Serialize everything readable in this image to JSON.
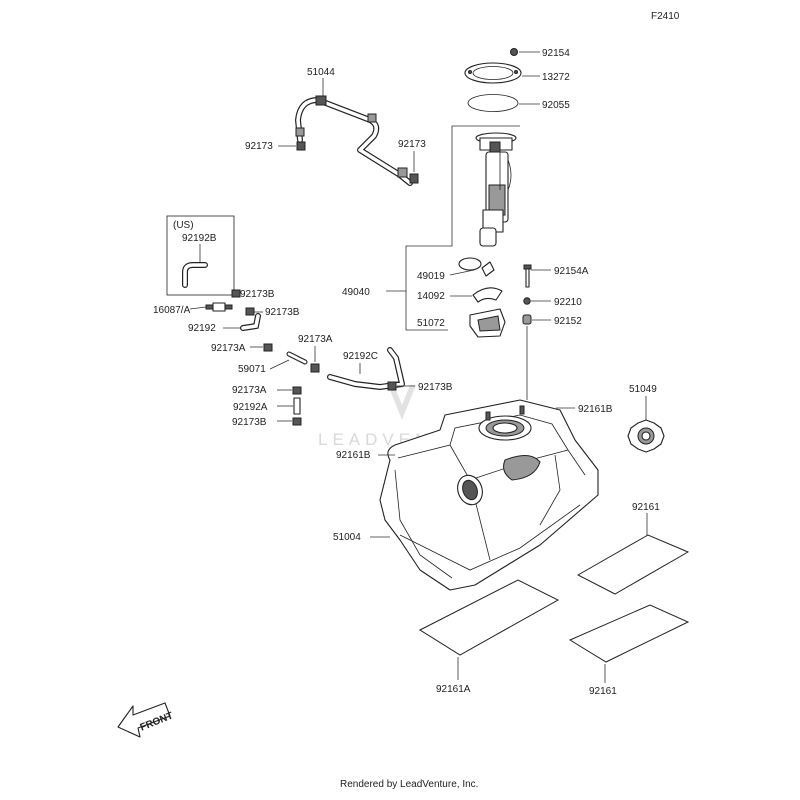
{
  "diagram_code": "F2410",
  "footer": "Rendered by LeadVenture, Inc.",
  "watermark": "LEADVENTURE",
  "front_arrow": "FRONT",
  "us_box_label": "(US)",
  "labels": {
    "p92154": "92154",
    "p13272": "13272",
    "p92055": "92055",
    "p51044": "51044",
    "p92173_left": "92173",
    "p92173_right": "92173",
    "p92192B": "92192B",
    "p92173B_1": "92173B",
    "p16087A": "16087/A",
    "p92173B_2": "92173B",
    "p92192": "92192",
    "p92173A_1": "92173A",
    "p92173A_2": "92173A",
    "p59071": "59071",
    "p92192C": "92192C",
    "p92173B_3": "92173B",
    "p92173A_3": "92173A",
    "p92192A": "92192A",
    "p92173B_4": "92173B",
    "p49040": "49040",
    "p49019": "49019",
    "p14092": "14092",
    "p51072": "51072",
    "p92154A": "92154A",
    "p92210": "92210",
    "p92152": "92152",
    "p92161B_1": "92161B",
    "p92161B_2": "92161B",
    "p51049": "51049",
    "p51004": "51004",
    "p92161_top": "92161",
    "p92161A": "92161A",
    "p92161_bottom": "92161"
  }
}
